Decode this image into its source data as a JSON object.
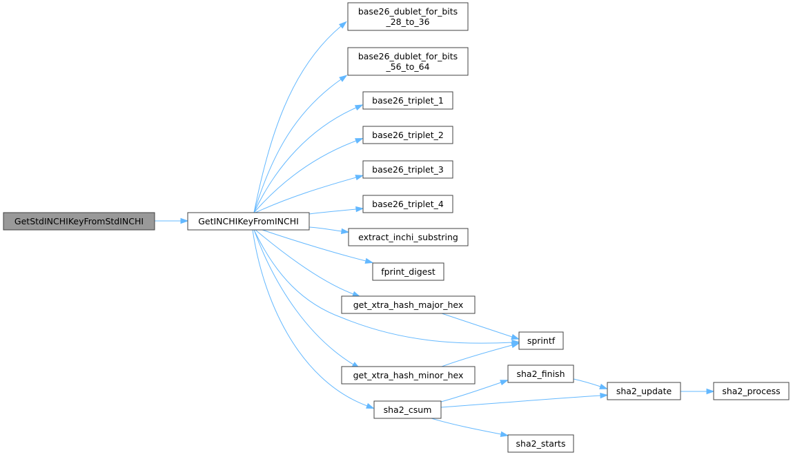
{
  "colors": {
    "edge": "#63b8ff",
    "root_fill": "#999999",
    "node_fill": "#ffffff",
    "node_border": "#404040"
  },
  "nodes": [
    {
      "id": "GetStdINCHIKeyFromStdINCHI",
      "lines": [
        "GetStdINCHIKeyFromStdINCHI"
      ],
      "root": true
    },
    {
      "id": "GetINCHIKeyFromINCHI",
      "lines": [
        "GetINCHIKeyFromINCHI"
      ]
    },
    {
      "id": "base26_dublet_for_bits_28_to_36",
      "lines": [
        "base26_dublet_for_bits",
        "_28_to_36"
      ]
    },
    {
      "id": "base26_dublet_for_bits_56_to_64",
      "lines": [
        "base26_dublet_for_bits",
        "_56_to_64"
      ]
    },
    {
      "id": "base26_triplet_1",
      "lines": [
        "base26_triplet_1"
      ]
    },
    {
      "id": "base26_triplet_2",
      "lines": [
        "base26_triplet_2"
      ]
    },
    {
      "id": "base26_triplet_3",
      "lines": [
        "base26_triplet_3"
      ]
    },
    {
      "id": "base26_triplet_4",
      "lines": [
        "base26_triplet_4"
      ]
    },
    {
      "id": "extract_inchi_substring",
      "lines": [
        "extract_inchi_substring"
      ]
    },
    {
      "id": "fprint_digest",
      "lines": [
        "fprint_digest"
      ]
    },
    {
      "id": "get_xtra_hash_major_hex",
      "lines": [
        "get_xtra_hash_major_hex"
      ]
    },
    {
      "id": "sprintf",
      "lines": [
        "sprintf"
      ]
    },
    {
      "id": "get_xtra_hash_minor_hex",
      "lines": [
        "get_xtra_hash_minor_hex"
      ]
    },
    {
      "id": "sha2_csum",
      "lines": [
        "sha2_csum"
      ]
    },
    {
      "id": "sha2_finish",
      "lines": [
        "sha2_finish"
      ]
    },
    {
      "id": "sha2_update",
      "lines": [
        "sha2_update"
      ]
    },
    {
      "id": "sha2_process",
      "lines": [
        "sha2_process"
      ]
    },
    {
      "id": "sha2_starts",
      "lines": [
        "sha2_starts"
      ]
    }
  ],
  "edges": [
    {
      "from": "GetStdINCHIKeyFromStdINCHI",
      "to": "GetINCHIKeyFromINCHI"
    },
    {
      "from": "GetINCHIKeyFromINCHI",
      "to": "base26_dublet_for_bits_28_to_36"
    },
    {
      "from": "GetINCHIKeyFromINCHI",
      "to": "base26_dublet_for_bits_56_to_64"
    },
    {
      "from": "GetINCHIKeyFromINCHI",
      "to": "base26_triplet_1"
    },
    {
      "from": "GetINCHIKeyFromINCHI",
      "to": "base26_triplet_2"
    },
    {
      "from": "GetINCHIKeyFromINCHI",
      "to": "base26_triplet_3"
    },
    {
      "from": "GetINCHIKeyFromINCHI",
      "to": "base26_triplet_4"
    },
    {
      "from": "GetINCHIKeyFromINCHI",
      "to": "extract_inchi_substring"
    },
    {
      "from": "GetINCHIKeyFromINCHI",
      "to": "fprint_digest"
    },
    {
      "from": "GetINCHIKeyFromINCHI",
      "to": "get_xtra_hash_major_hex"
    },
    {
      "from": "GetINCHIKeyFromINCHI",
      "to": "sprintf"
    },
    {
      "from": "GetINCHIKeyFromINCHI",
      "to": "get_xtra_hash_minor_hex"
    },
    {
      "from": "GetINCHIKeyFromINCHI",
      "to": "sha2_csum"
    },
    {
      "from": "get_xtra_hash_major_hex",
      "to": "sprintf"
    },
    {
      "from": "get_xtra_hash_minor_hex",
      "to": "sprintf"
    },
    {
      "from": "sha2_csum",
      "to": "sha2_finish"
    },
    {
      "from": "sha2_csum",
      "to": "sha2_update"
    },
    {
      "from": "sha2_csum",
      "to": "sha2_starts"
    },
    {
      "from": "sha2_finish",
      "to": "sha2_update"
    },
    {
      "from": "sha2_update",
      "to": "sha2_process"
    }
  ]
}
